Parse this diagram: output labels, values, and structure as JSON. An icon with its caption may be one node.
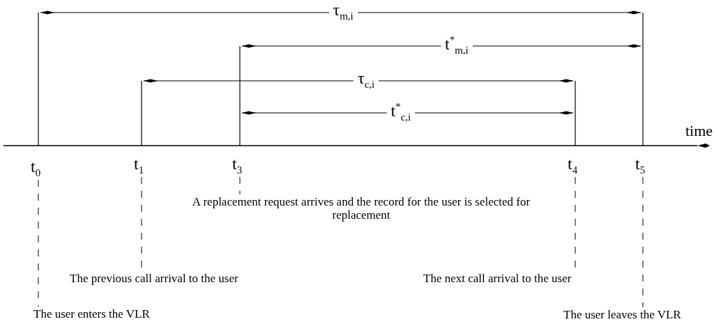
{
  "diagram": {
    "nodes": [
      {
        "text": [
          "t$_{0}$"
        ]
      },
      {
        "text": [
          "t$_{1}$"
        ]
      },
      {
        "text": [
          "t$_{3}$"
        ]
      },
      {
        "text": [
          "t$_{4}$"
        ]
      },
      {
        "text": [
          "t$_{5}$"
        ]
      },
      {
        "text": [
          "A replacement request arrives and the record for the user is selected for replacement"
        ]
      },
      {
        "text": [
          "The previous call arrival to the user"
        ]
      },
      {
        "text": [
          "The next call arrival to the user"
        ]
      },
      {
        "text": [
          "The user enters the VLR"
        ]
      },
      {
        "text": [
          "The user leaves the VLR"
        ]
      }
    ],
    "edges": [
      {
        "from": 0,
        "to": 8,
        "arrow": "none",
        "style": "dashed"
      },
      {
        "from": 1,
        "to": 6,
        "arrow": "none",
        "style": "dashed"
      },
      {
        "from": 2,
        "to": 5,
        "arrow": "none",
        "style": "dashed"
      },
      {
        "from": 3,
        "to": 7,
        "arrow": "none",
        "style": "dashed"
      },
      {
        "from": 4,
        "to": 9,
        "arrow": "none",
        "style": "dashed"
      }
    ],
    "labels": [
      "τ$_{m,i}$",
      "t$^{*}$$_{m,i}$",
      "τ$_{c,i}$",
      "t$^{*}$$_{c,i}$",
      "time"
    ]
  }
}
